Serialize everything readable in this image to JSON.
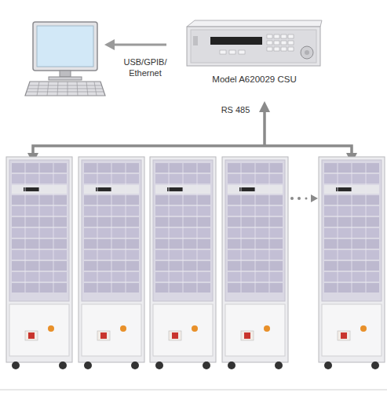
{
  "diagram": {
    "nodes": [
      {
        "text": [
          "Model A620029 CSU"
        ]
      }
    ],
    "labels": [
      "USB/GPIB/ Ethernet",
      "RS 485"
    ]
  }
}
